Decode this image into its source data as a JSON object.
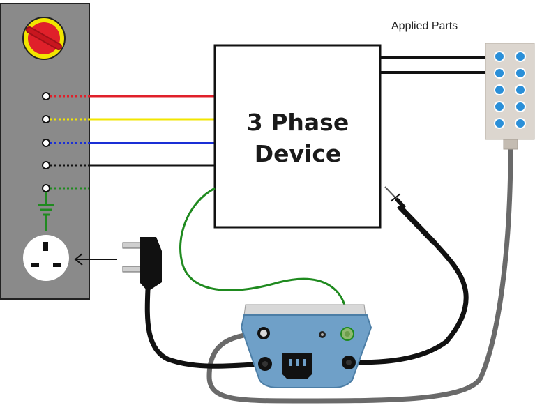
{
  "labels": {
    "applied_parts": "Applied Parts",
    "device_line1": "3 Phase",
    "device_line2": "Device"
  },
  "colors": {
    "panel_fill": "#8a8a8a",
    "panel_stroke": "#222222",
    "switch_red": "#e0202a",
    "switch_ring": "#f2e600",
    "wire_red": "#e0202a",
    "wire_yellow": "#f2e600",
    "wire_blue": "#1a2fd6",
    "wire_black": "#111111",
    "wire_green": "#1f8a1f",
    "cable_grey": "#6a6a6a",
    "tester_blue": "#6fa0c8",
    "tester_top": "#d8d8d8",
    "applied_box": "#dcd6cf",
    "applied_dot": "#2a8fd8"
  },
  "icons": {
    "emergency_stop": "red-rotary-switch-icon",
    "socket": "uk-socket-icon",
    "plug": "uk-plug-icon",
    "arrow": "left-arrow-icon",
    "ground": "earth-symbol-icon",
    "probe": "test-probe-icon",
    "iec_inlet": "iec-inlet-icon"
  }
}
